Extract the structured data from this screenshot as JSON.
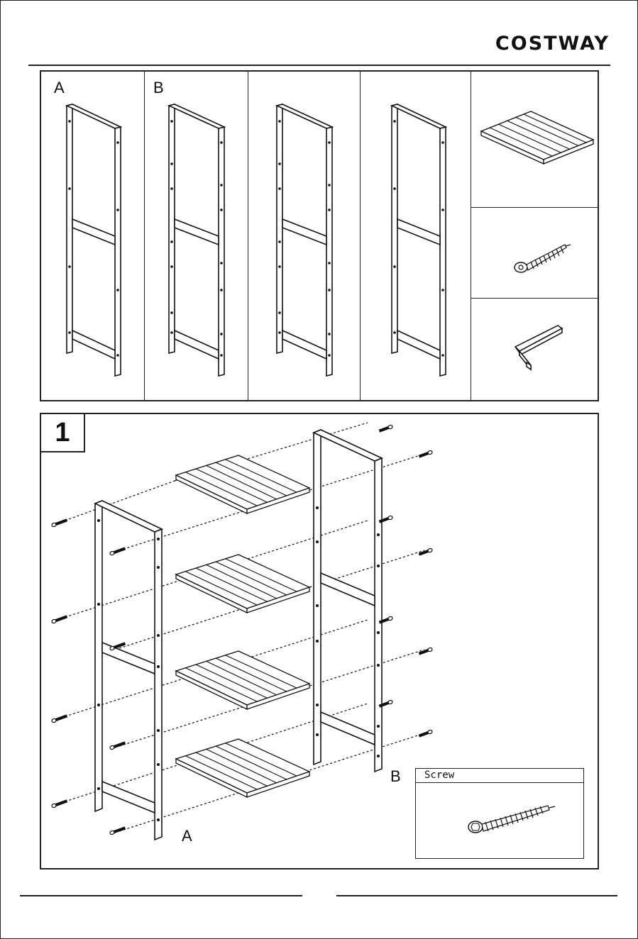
{
  "brand": "COSTWAY",
  "parts": {
    "label_a": "A",
    "label_b": "B"
  },
  "step": {
    "number": "1",
    "label_a": "A",
    "label_b": "B",
    "screw_title": "Screw"
  },
  "icons": [
    "shelf-icon",
    "screw-icon",
    "allen-key-icon",
    "side-frame-icon"
  ]
}
